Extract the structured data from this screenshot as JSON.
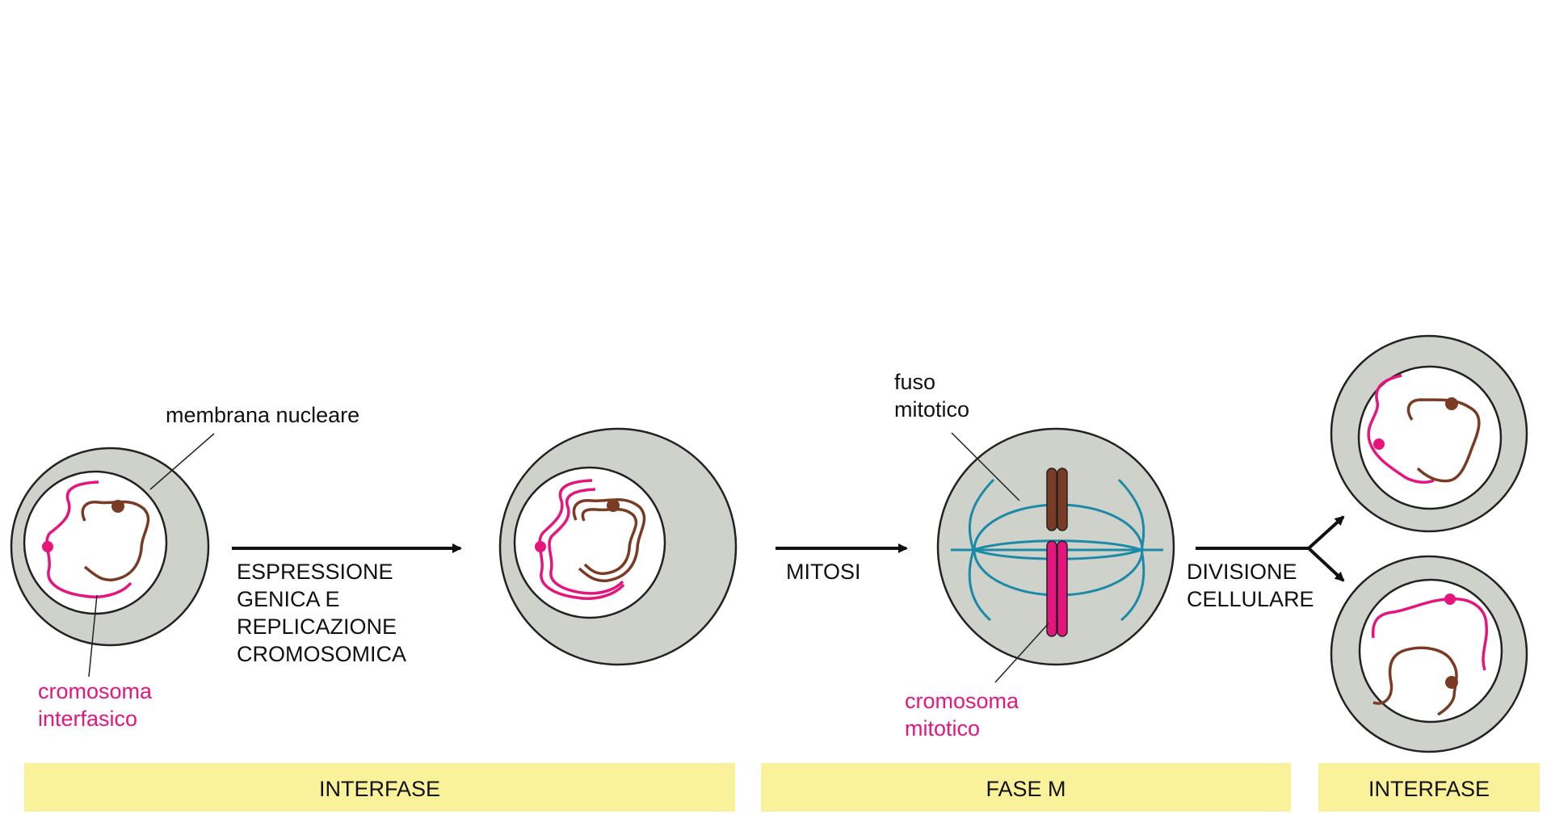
{
  "labels": {
    "nuclear_membrane": "membrana nucleare",
    "interphase_chromosome": [
      "cromosoma",
      "interfasico"
    ],
    "step1": [
      "ESPRESSIONE",
      "GENICA E",
      "REPLICAZIONE",
      "CROMOSOMICA"
    ],
    "step2": "MITOSI",
    "mitotic_spindle": [
      "fuso",
      "mitotico"
    ],
    "mitotic_chromosome": [
      "cromosoma",
      "mitotico"
    ],
    "step3": [
      "DIVISIONE",
      "CELLULARE"
    ]
  },
  "phases": [
    "INTERFASE",
    "FASE M",
    "INTERFASE"
  ],
  "colors": {
    "cell": "#cfd1cb",
    "nucleus": "#ffffff",
    "outline": "#222222",
    "chromosome_pink": "#e6157e",
    "chromosome_brown": "#7a3b25",
    "spindle": "#1a8aa6",
    "phase_bar": "#faf29a"
  }
}
